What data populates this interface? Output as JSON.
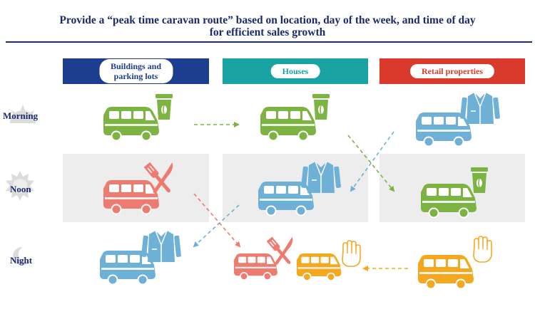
{
  "title": {
    "line1": "Provide a “peak time caravan route” based on location, day of the week, and time of day",
    "line2": "for efficient sales growth"
  },
  "columns": [
    {
      "label_line1": "Buildings and",
      "label_line2": "parking lots",
      "color": "#1d3e8e"
    },
    {
      "label": "Houses",
      "color": "#19a3a3"
    },
    {
      "label": "Retail properties",
      "color": "#d93a2b"
    }
  ],
  "rows": {
    "morning": "Morning",
    "noon": "Noon",
    "night": "Night"
  },
  "colors": {
    "green": "#7cb342",
    "blue": "#6fb1d6",
    "red": "#ee7b6f",
    "orange": "#f4a820",
    "panel": "#ededed"
  },
  "icons": {
    "coffee": "coffee-cup-icon",
    "jacket": "jacket-icon",
    "utensils": "fork-knife-icon",
    "hand": "hand-icon",
    "van": "van-icon",
    "sun": "sun-icon",
    "moon": "moon-icon"
  }
}
